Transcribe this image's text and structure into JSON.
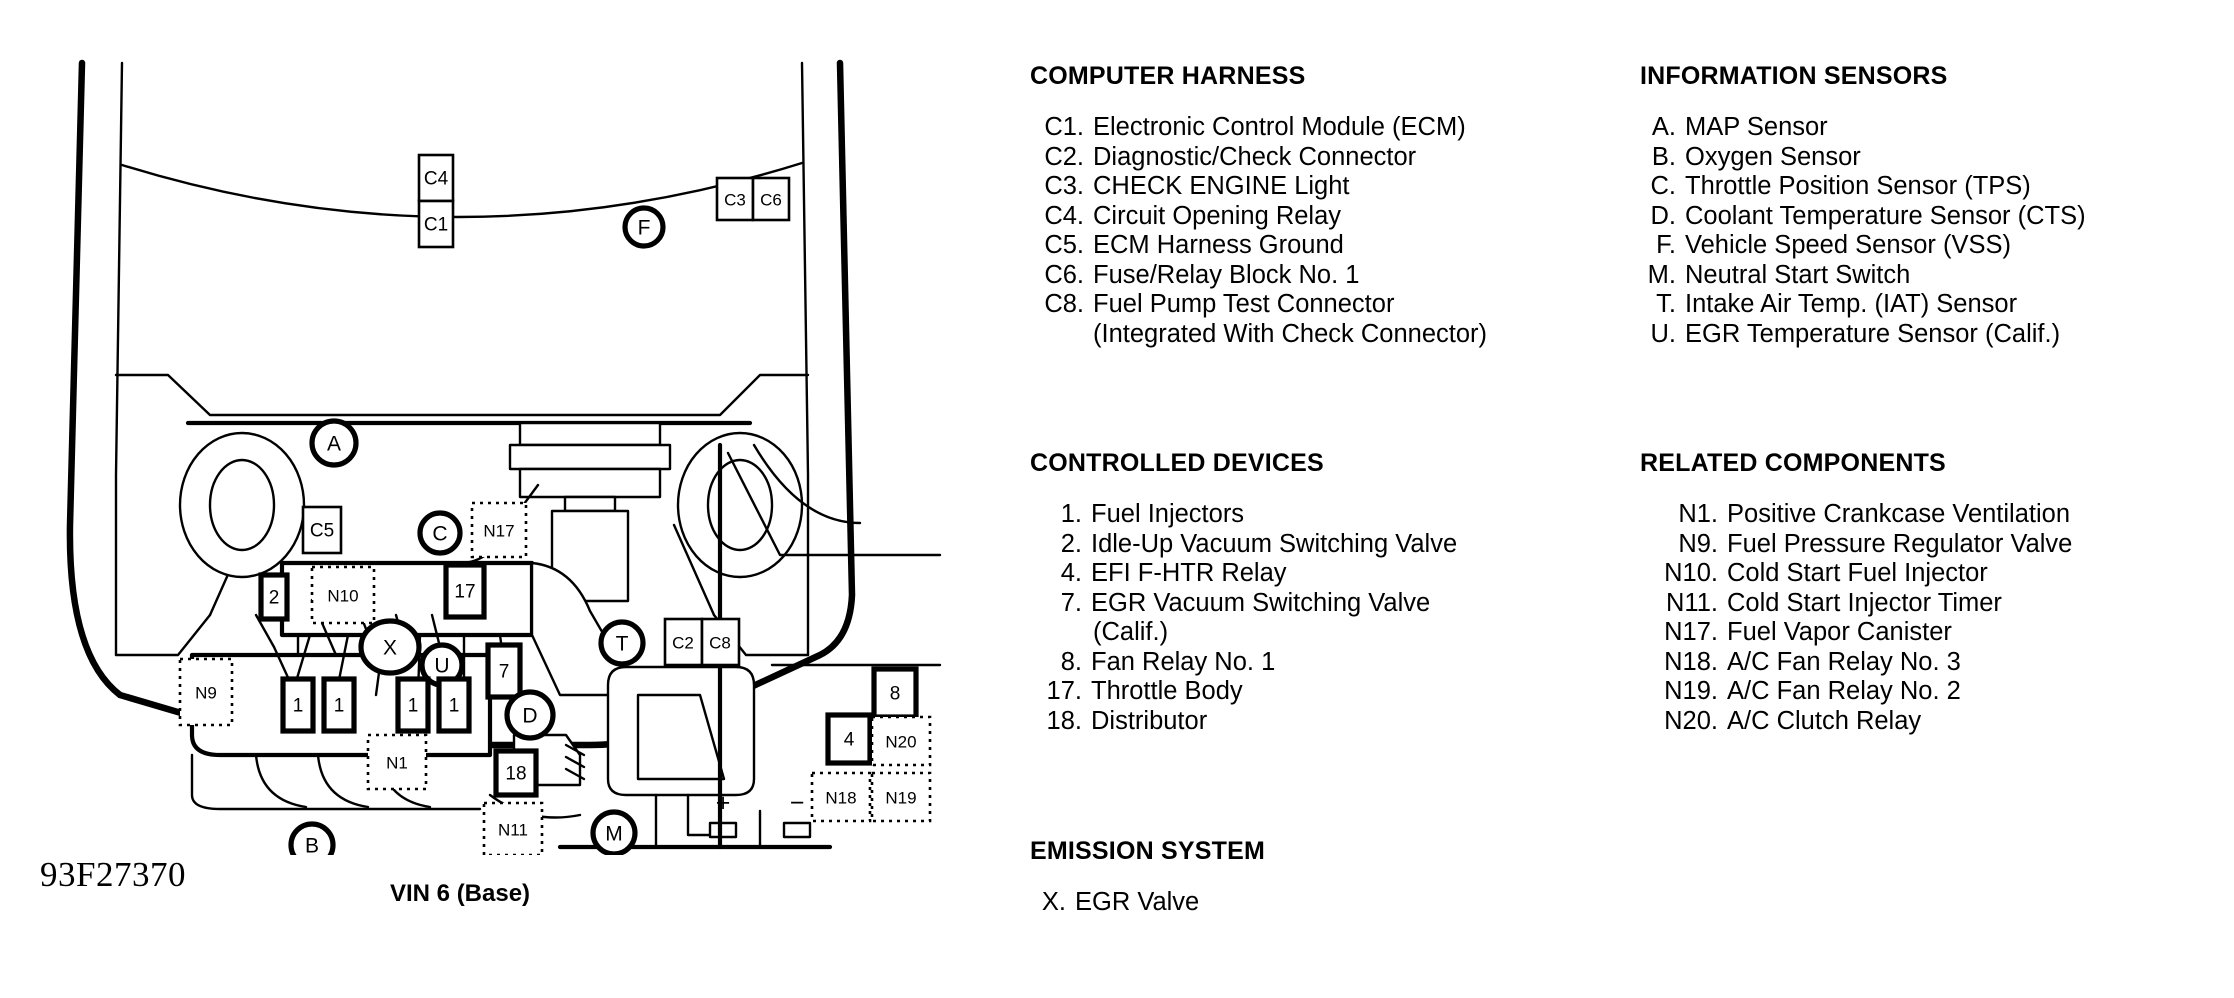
{
  "diagram": {
    "drawing_id": "93F27370",
    "caption": "VIN 6 (Base)",
    "battery": {
      "positive": "+",
      "negative": "−"
    },
    "callouts": [
      {
        "id": "C4",
        "label": "C4",
        "shape": "box"
      },
      {
        "id": "C1",
        "label": "C1",
        "shape": "box"
      },
      {
        "id": "C3",
        "label": "C3",
        "shape": "box"
      },
      {
        "id": "C6",
        "label": "C6",
        "shape": "box"
      },
      {
        "id": "F",
        "label": "F",
        "shape": "circle"
      },
      {
        "id": "A",
        "label": "A",
        "shape": "circle"
      },
      {
        "id": "C5",
        "label": "C5",
        "shape": "box"
      },
      {
        "id": "C",
        "label": "C",
        "shape": "circle"
      },
      {
        "id": "N17",
        "label": "N17",
        "shape": "dotted-box"
      },
      {
        "id": "2",
        "label": "2",
        "shape": "box-bold"
      },
      {
        "id": "N10",
        "label": "N10",
        "shape": "dotted-box"
      },
      {
        "id": "17",
        "label": "17",
        "shape": "box-bold"
      },
      {
        "id": "N9",
        "label": "N9",
        "shape": "dotted-box"
      },
      {
        "id": "X",
        "label": "X",
        "shape": "circle"
      },
      {
        "id": "U",
        "label": "U",
        "shape": "circle"
      },
      {
        "id": "T",
        "label": "T",
        "shape": "circle"
      },
      {
        "id": "C2",
        "label": "C2",
        "shape": "box"
      },
      {
        "id": "C8",
        "label": "C8",
        "shape": "box"
      },
      {
        "id": "1a",
        "label": "1",
        "shape": "box-bold"
      },
      {
        "id": "1b",
        "label": "1",
        "shape": "box-bold"
      },
      {
        "id": "1c",
        "label": "1",
        "shape": "box-bold"
      },
      {
        "id": "1d",
        "label": "1",
        "shape": "box-bold"
      },
      {
        "id": "7",
        "label": "7",
        "shape": "box-bold"
      },
      {
        "id": "D",
        "label": "D",
        "shape": "circle"
      },
      {
        "id": "N1",
        "label": "N1",
        "shape": "dotted-box"
      },
      {
        "id": "18",
        "label": "18",
        "shape": "box-bold"
      },
      {
        "id": "N11",
        "label": "N11",
        "shape": "dotted-box"
      },
      {
        "id": "B",
        "label": "B",
        "shape": "circle"
      },
      {
        "id": "M",
        "label": "M",
        "shape": "circle"
      },
      {
        "id": "8",
        "label": "8",
        "shape": "box-bold"
      },
      {
        "id": "4",
        "label": "4",
        "shape": "box-bold"
      },
      {
        "id": "N20",
        "label": "N20",
        "shape": "dotted-box"
      },
      {
        "id": "N18",
        "label": "N18",
        "shape": "dotted-box"
      },
      {
        "id": "N19",
        "label": "N19",
        "shape": "dotted-box"
      }
    ]
  },
  "legend": {
    "computer_harness": {
      "heading": "COMPUTER HARNESS",
      "items": [
        {
          "ref": "C1.",
          "desc": "Electronic Control Module (ECM)"
        },
        {
          "ref": "C2.",
          "desc": "Diagnostic/Check Connector"
        },
        {
          "ref": "C3.",
          "desc": "CHECK ENGINE Light"
        },
        {
          "ref": "C4.",
          "desc": "Circuit Opening Relay"
        },
        {
          "ref": "C5.",
          "desc": "ECM Harness Ground"
        },
        {
          "ref": "C6.",
          "desc": "Fuse/Relay Block No. 1"
        },
        {
          "ref": "C8.",
          "desc": "Fuel Pump Test Connector"
        },
        {
          "ref": "",
          "desc": "(Integrated With Check Connector)"
        }
      ]
    },
    "controlled_devices": {
      "heading": "CONTROLLED DEVICES",
      "items": [
        {
          "ref": "1.",
          "desc": "Fuel Injectors"
        },
        {
          "ref": "2.",
          "desc": "Idle-Up Vacuum Switching Valve"
        },
        {
          "ref": "4.",
          "desc": "EFI F-HTR Relay"
        },
        {
          "ref": "7.",
          "desc": "EGR Vacuum Switching Valve"
        },
        {
          "ref": "",
          "desc": "(Calif.)"
        },
        {
          "ref": "8.",
          "desc": "Fan Relay No. 1"
        },
        {
          "ref": "17.",
          "desc": "Throttle Body"
        },
        {
          "ref": "18.",
          "desc": "Distributor"
        }
      ]
    },
    "emission_system": {
      "heading": "EMISSION SYSTEM",
      "items": [
        {
          "ref": "X.",
          "desc": "EGR Valve"
        }
      ]
    },
    "information_sensors": {
      "heading": "INFORMATION SENSORS",
      "items": [
        {
          "ref": "A.",
          "desc": "MAP Sensor"
        },
        {
          "ref": "B.",
          "desc": "Oxygen Sensor"
        },
        {
          "ref": "C.",
          "desc": "Throttle Position Sensor (TPS)"
        },
        {
          "ref": "D.",
          "desc": "Coolant Temperature Sensor (CTS)"
        },
        {
          "ref": "F.",
          "desc": "Vehicle Speed Sensor (VSS)"
        },
        {
          "ref": "M.",
          "desc": "Neutral Start Switch"
        },
        {
          "ref": "T.",
          "desc": "Intake Air Temp. (IAT) Sensor"
        },
        {
          "ref": "U.",
          "desc": "EGR Temperature Sensor (Calif.)"
        }
      ]
    },
    "related_components": {
      "heading": "RELATED COMPONENTS",
      "items": [
        {
          "ref": "N1.",
          "desc": "Positive Crankcase Ventilation"
        },
        {
          "ref": "N9.",
          "desc": "Fuel Pressure Regulator Valve"
        },
        {
          "ref": "N10.",
          "desc": "Cold Start Fuel Injector"
        },
        {
          "ref": "N11.",
          "desc": "Cold Start Injector Timer"
        },
        {
          "ref": "N17.",
          "desc": "Fuel Vapor Canister"
        },
        {
          "ref": "N18.",
          "desc": "A/C Fan Relay No. 3"
        },
        {
          "ref": "N19.",
          "desc": "A/C Fan Relay No. 2"
        },
        {
          "ref": "N20.",
          "desc": "A/C Clutch Relay"
        }
      ]
    }
  }
}
